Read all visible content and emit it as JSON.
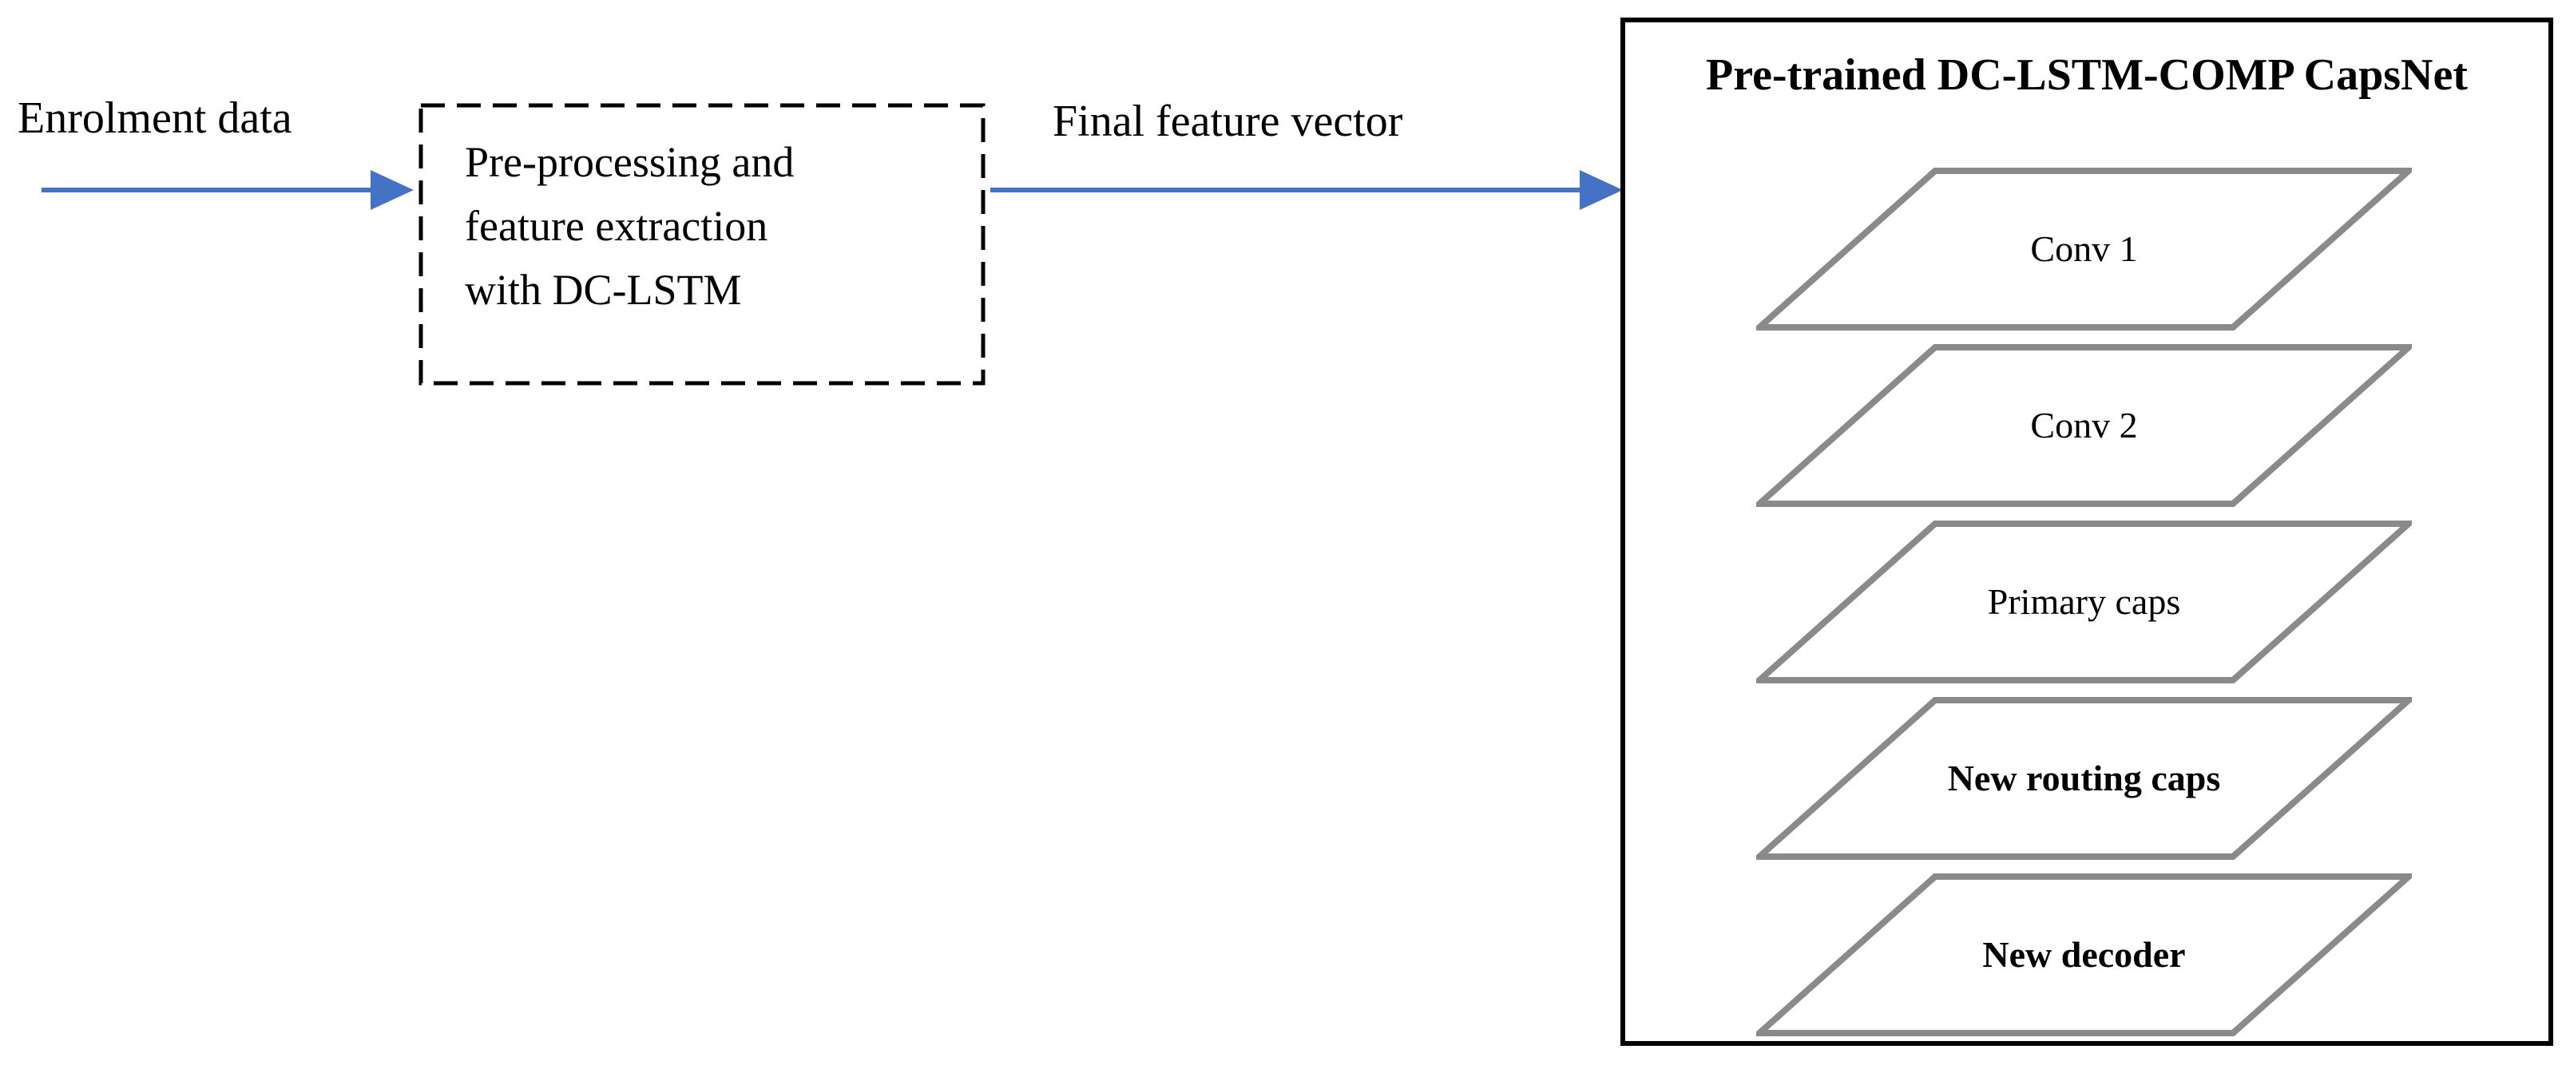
{
  "diagram": {
    "enrolment_label": "Enrolment data",
    "process_box": {
      "lines": [
        "Pre-processing and",
        "feature extraction",
        "with DC-LSTM"
      ]
    },
    "feature_vector_label": "Final feature vector",
    "capsnet": {
      "title": "Pre-trained DC-LSTM-COMP CapsNet",
      "layers": [
        {
          "label": "Conv 1",
          "bold": false
        },
        {
          "label": "Conv 2",
          "bold": false
        },
        {
          "label": "Primary caps",
          "bold": false
        },
        {
          "label": "New routing caps",
          "bold": true
        },
        {
          "label": "New decoder",
          "bold": true
        }
      ]
    },
    "colors": {
      "arrow": "#4472C4",
      "layer_border": "#8A8A8A",
      "box_border": "#000000",
      "dashed_border": "#000000",
      "text": "#000000",
      "background": "#FFFFFF"
    }
  }
}
